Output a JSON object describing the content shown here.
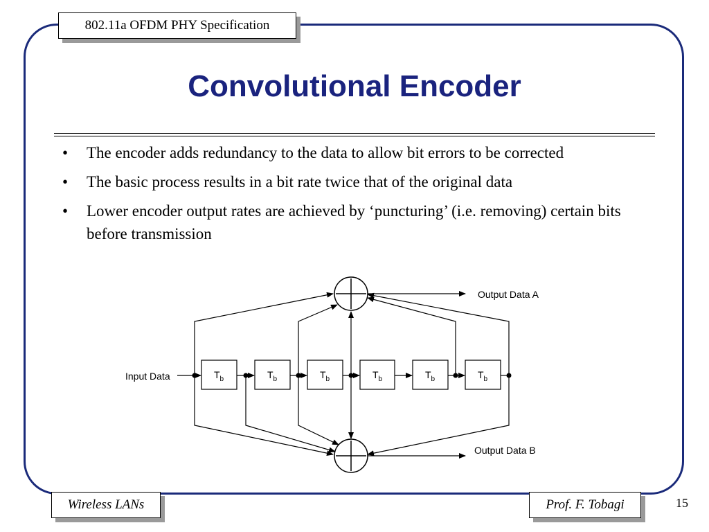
{
  "header": {
    "tag": "802.11a OFDM PHY Specification"
  },
  "slide": {
    "title": "Convolutional Encoder",
    "bullets": [
      "The encoder adds redundancy to the data to allow bit errors to be corrected",
      "The basic process results in a bit rate twice that of the original data",
      "Lower encoder output rates are achieved by ‘puncturing’ (i.e. removing) certain bits before transmission"
    ],
    "bullet_glyph": "•"
  },
  "diagram": {
    "input_label": "Input Data",
    "output_a_label": "Output Data A",
    "output_b_label": "Output Data B",
    "delay_label": "T",
    "delay_subscript": "b",
    "delay_count": 6
  },
  "footer": {
    "left_tag": "Wireless LANs",
    "right_tag": "Prof. F. Tobagi",
    "page_number": "15"
  },
  "colors": {
    "frame": "#1a2a7a",
    "title": "#1a237e",
    "tag_shadow": "#9a9a9a"
  }
}
